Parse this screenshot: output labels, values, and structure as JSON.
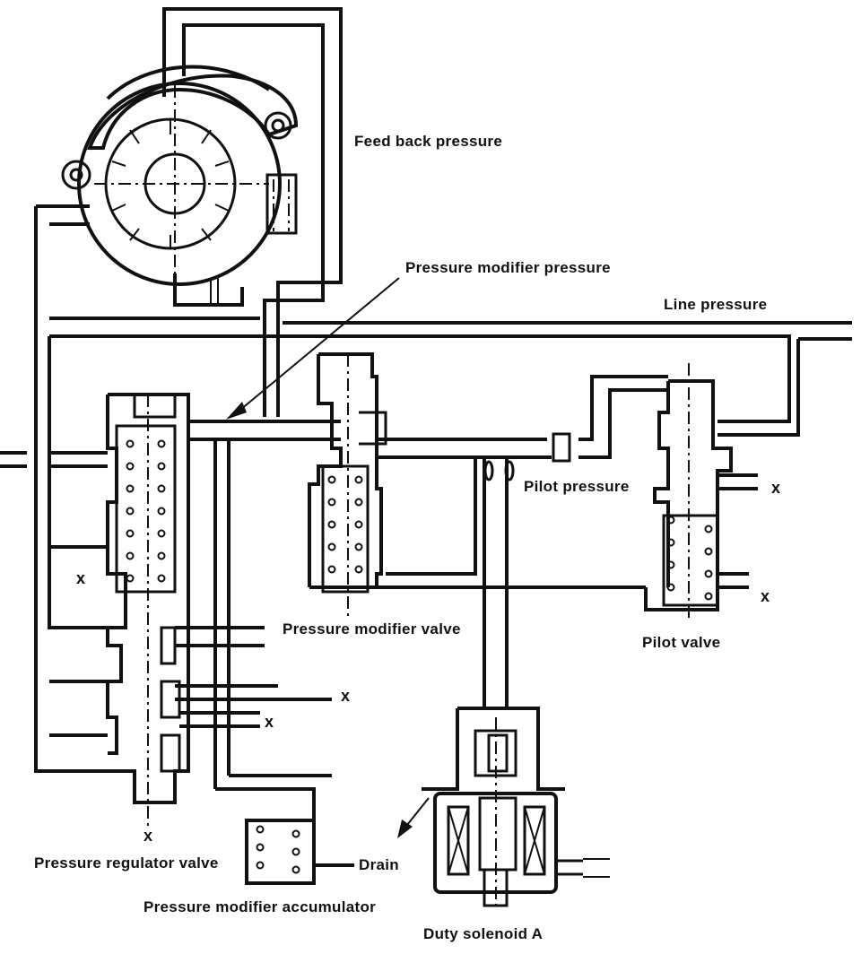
{
  "labels": {
    "feed_back_pressure": "Feed back pressure",
    "pressure_modifier_pressure": "Pressure modifier pressure",
    "line_pressure": "Line pressure",
    "pilot_pressure": "Pilot pressure",
    "pressure_modifier_valve": "Pressure modifier valve",
    "pilot_valve": "Pilot valve",
    "pressure_regulator_valve": "Pressure regulator valve",
    "drain": "Drain",
    "pressure_modifier_accumulator": "Pressure modifier accumulator",
    "duty_solenoid_a": "Duty solenoid A"
  },
  "exhaust_mark": "x"
}
